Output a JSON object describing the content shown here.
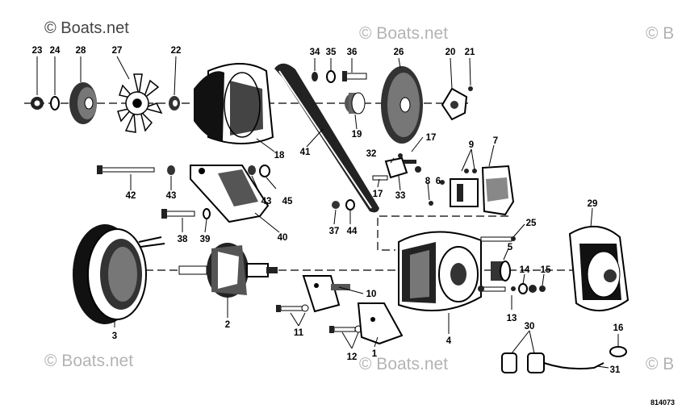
{
  "watermarks": [
    {
      "text": "© Boats.net",
      "variant": "dark"
    },
    {
      "text": "© Boats.net",
      "variant": "light"
    },
    {
      "text": "© B",
      "variant": "light"
    },
    {
      "text": "© Boats.net",
      "variant": "light"
    },
    {
      "text": "© Boats.net",
      "variant": "light"
    },
    {
      "text": "© B",
      "variant": "light"
    }
  ],
  "diagram_code": "814073",
  "callouts": [
    "23",
    "24",
    "28",
    "27",
    "22",
    "18",
    "41",
    "34",
    "35",
    "36",
    "19",
    "26",
    "20",
    "21",
    "17",
    "32",
    "33",
    "7",
    "9",
    "8",
    "6",
    "42",
    "43",
    "43",
    "45",
    "40",
    "38",
    "39",
    "37",
    "44",
    "3",
    "2",
    "11",
    "10",
    "12",
    "1",
    "4",
    "29",
    "25",
    "5",
    "14",
    "15",
    "13",
    "30",
    "16",
    "31",
    "17"
  ]
}
